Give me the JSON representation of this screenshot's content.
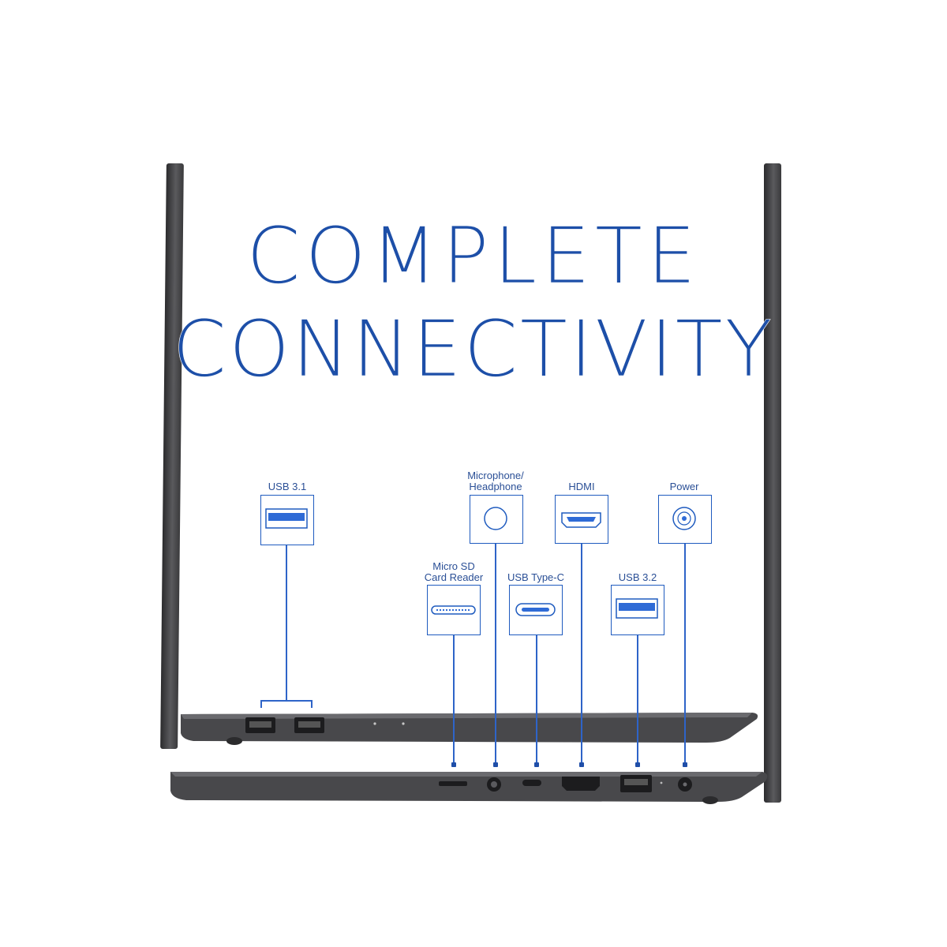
{
  "headline": {
    "line1": "COMPLETE",
    "line2": "CONNECTIVITY",
    "color": "#1d4fa8"
  },
  "ports": [
    {
      "id": "usb31",
      "label": "USB 3.1",
      "icon": "usb-a-icon"
    },
    {
      "id": "mic",
      "label": "Microphone/\nHeadphone",
      "icon": "audio-jack-icon"
    },
    {
      "id": "hdmi",
      "label": "HDMI",
      "icon": "hdmi-icon"
    },
    {
      "id": "power",
      "label": "Power",
      "icon": "power-jack-icon"
    },
    {
      "id": "sd",
      "label": "Micro SD\nCard Reader",
      "icon": "sd-card-icon"
    },
    {
      "id": "usbc",
      "label": "USB Type-C",
      "icon": "usb-c-icon"
    },
    {
      "id": "usb32",
      "label": "USB 3.2",
      "icon": "usb-a-icon"
    }
  ],
  "colors": {
    "accent": "#1f5bbf",
    "laptop": "#3c3c3e"
  }
}
